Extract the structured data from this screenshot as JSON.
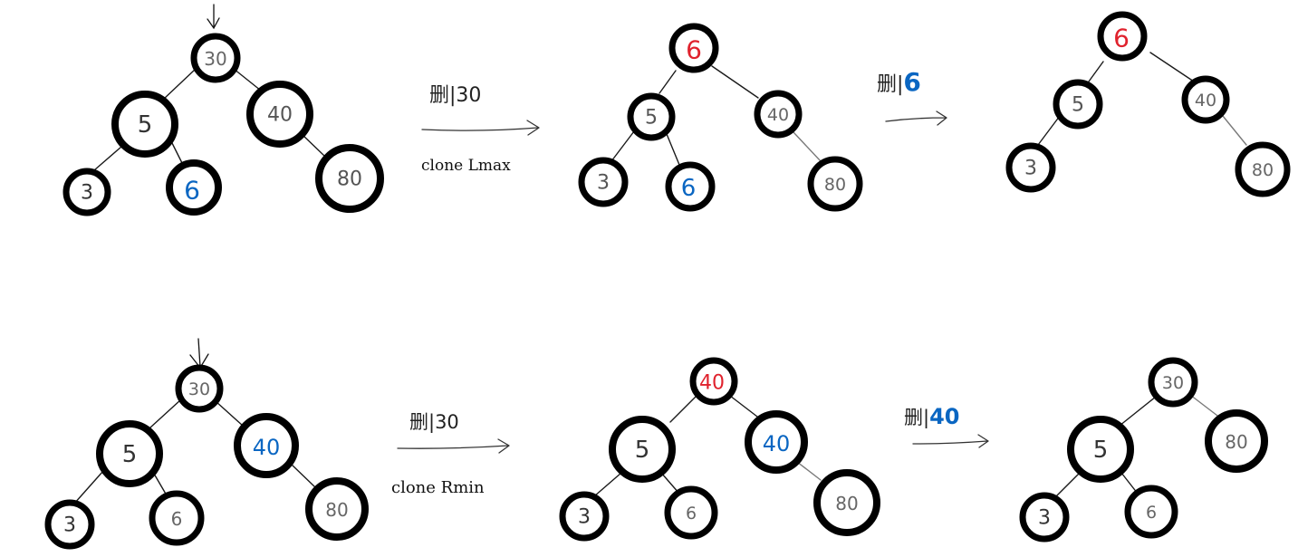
{
  "colors": {
    "ink": "#111111",
    "gray": "#666666",
    "red": "#e0222d",
    "blue": "#0a66c2"
  },
  "row1": {
    "tree_a": {
      "root": "30",
      "left": "5",
      "right": "40",
      "left_left": "3",
      "left_right": "6",
      "right_right": "80"
    },
    "step1_label": "删|30",
    "step1_note": "clone Lmax",
    "tree_b": {
      "root": "6",
      "left": "5",
      "right": "40",
      "left_left": "3",
      "left_right": "6",
      "right_right": "80"
    },
    "step2_label_prefix": "删|",
    "step2_label_value": "6",
    "tree_c": {
      "root": "6",
      "left": "5",
      "right": "40",
      "left_left": "3",
      "right_right": "80"
    }
  },
  "row2": {
    "tree_a": {
      "root": "30",
      "left": "5",
      "right": "40",
      "left_left": "3",
      "left_right": "6",
      "right_right": "80"
    },
    "step1_label": "删|30",
    "step1_note": "clone Rmin",
    "tree_b": {
      "root": "40",
      "left": "5",
      "right": "40",
      "left_left": "3",
      "left_right": "6",
      "right_right": "80"
    },
    "step2_label_prefix": "删|",
    "step2_label_value": "40",
    "tree_c": {
      "root": "30",
      "left": "5",
      "right": "80",
      "left_left": "3",
      "left_right": "6"
    }
  }
}
